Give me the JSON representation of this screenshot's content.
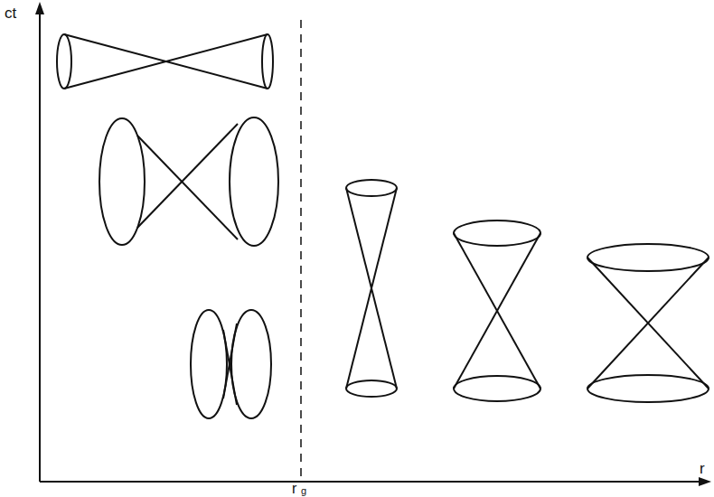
{
  "diagram": {
    "labels": [
      "ct",
      "r",
      "g",
      "r"
    ]
  }
}
